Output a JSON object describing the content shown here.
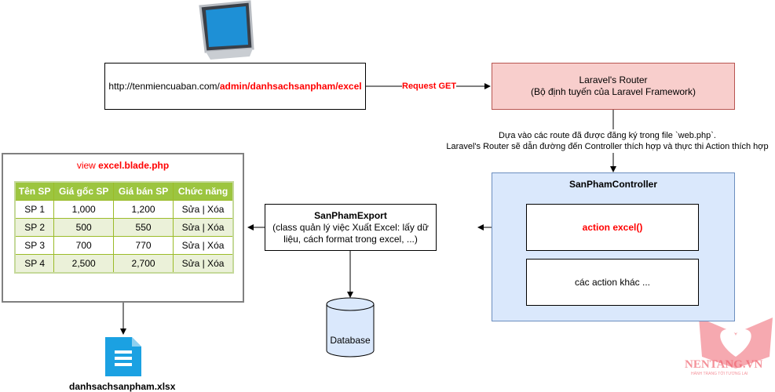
{
  "url_box": {
    "prefix": "http://tenmiencuaban.com/",
    "path": "admin/danhsachsanpham/excel"
  },
  "request_label": "Request GET",
  "router": {
    "title": "Laravel's Router",
    "subtitle": "(Bộ định tuyến của Laravel Framework)"
  },
  "router_note": [
    "Dựa vào các route đã được đăng ký trong file `web.php`.",
    "Laravel's Router sẽ dẫn đường đến Controller thích hợp và thực thi Action thích hợp"
  ],
  "controller": {
    "title": "SanPhamController",
    "action_main": "action excel()",
    "action_other": "các action khác ..."
  },
  "export": {
    "title": "SanPhamExport",
    "desc": "(class quản lý việc Xuất Excel: lấy dữ liệu, cách format trong excel, ...)"
  },
  "database": "Database",
  "view": {
    "prefix": "view ",
    "file": "excel.blade.php"
  },
  "table": {
    "headers": [
      "Tên SP",
      "Giá gốc SP",
      "Giá bán SP",
      "Chức năng"
    ],
    "rows": [
      [
        "SP 1",
        "1,000",
        "1,200",
        "Sửa | Xóa"
      ],
      [
        "SP 2",
        "500",
        "550",
        "Sửa | Xóa"
      ],
      [
        "SP 3",
        "700",
        "770",
        "Sửa | Xóa"
      ],
      [
        "SP 4",
        "2,500",
        "2,700",
        "Sửa | Xóa"
      ]
    ]
  },
  "output_file": "danhsachsanpham.xlsx",
  "logo": {
    "name": "NENTANG.VN",
    "tagline": "HÀNH TRANG TỚI TƯƠNG LAI"
  },
  "colors": {
    "router_fill": "#f8cecc",
    "router_border": "#b85450",
    "controller_fill": "#dae8fc",
    "controller_border": "#6c8ebf",
    "header_green": "#9cc53f",
    "row_alt": "#ebf1d9",
    "excel_icon": "#1ba1e2",
    "accent_red": "#ff0000"
  }
}
